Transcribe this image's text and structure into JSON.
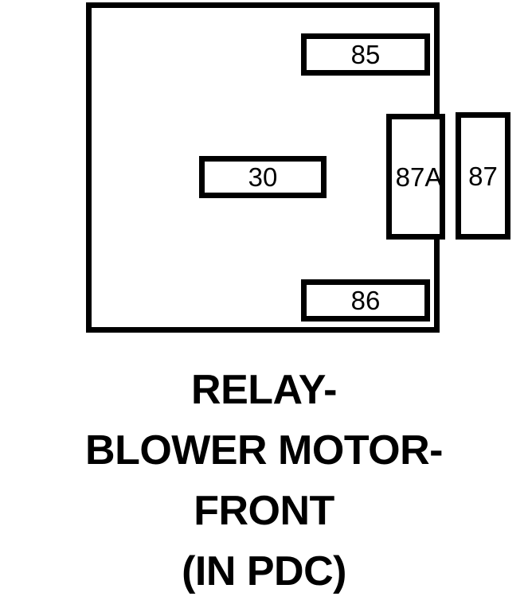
{
  "diagram": {
    "type": "relay-terminal-pinout",
    "body": {
      "shape": "rectangle",
      "border_color": "#000000"
    },
    "terminals": [
      {
        "id": "85",
        "label": "85",
        "orientation": "horizontal",
        "position": "top"
      },
      {
        "id": "30",
        "label": "30",
        "orientation": "horizontal",
        "position": "left-middle"
      },
      {
        "id": "87A",
        "label": "87A",
        "orientation": "vertical",
        "position": "right-inner"
      },
      {
        "id": "87",
        "label": "87",
        "orientation": "vertical",
        "position": "right-outer"
      },
      {
        "id": "86",
        "label": "86",
        "orientation": "horizontal",
        "position": "bottom"
      }
    ]
  },
  "caption": {
    "lines": [
      "RELAY-",
      "BLOWER MOTOR-",
      "FRONT",
      "(IN PDC)"
    ]
  },
  "colors": {
    "ink": "#000000",
    "background": "#ffffff"
  }
}
